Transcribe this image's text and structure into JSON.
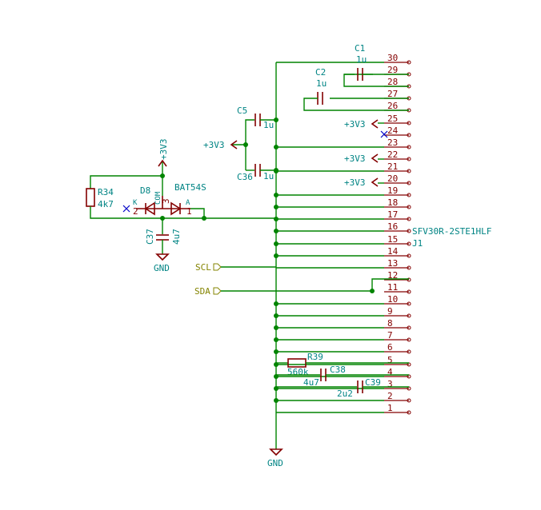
{
  "connector": {
    "pins": [
      "30",
      "29",
      "28",
      "27",
      "26",
      "25",
      "24",
      "23",
      "22",
      "21",
      "20",
      "19",
      "18",
      "17",
      "16",
      "15",
      "14",
      "13",
      "12",
      "11",
      "10",
      "9",
      "8",
      "7",
      "6",
      "5",
      "4",
      "3",
      "2",
      "1"
    ],
    "part": "SFV30R-2STE1HLF",
    "ref": "J1"
  },
  "components": {
    "c1": {
      "ref": "C1",
      "value": "1u"
    },
    "c2": {
      "ref": "C2",
      "value": "1u"
    },
    "c5": {
      "ref": "C5",
      "value": "1u"
    },
    "c36": {
      "ref": "C36",
      "value": "1u"
    },
    "c37": {
      "ref": "C37",
      "value": "4u7"
    },
    "c38": {
      "ref": "C38",
      "value": "4u7"
    },
    "c39": {
      "ref": "C39",
      "value": "2u2"
    },
    "r34": {
      "ref": "R34",
      "value": "4k7"
    },
    "r39": {
      "ref": "R39",
      "value": "560k"
    },
    "d8": {
      "ref": "D8",
      "value": "BAT54S",
      "pin_k": "K",
      "pin_a": "A",
      "pin_com": "COM",
      "pin1": "1",
      "pin2": "2",
      "pin3": "3"
    }
  },
  "power": {
    "v3v3": "+3V3",
    "gnd": "GND"
  },
  "global_labels": {
    "scl": "SCL",
    "sda": "SDA"
  }
}
